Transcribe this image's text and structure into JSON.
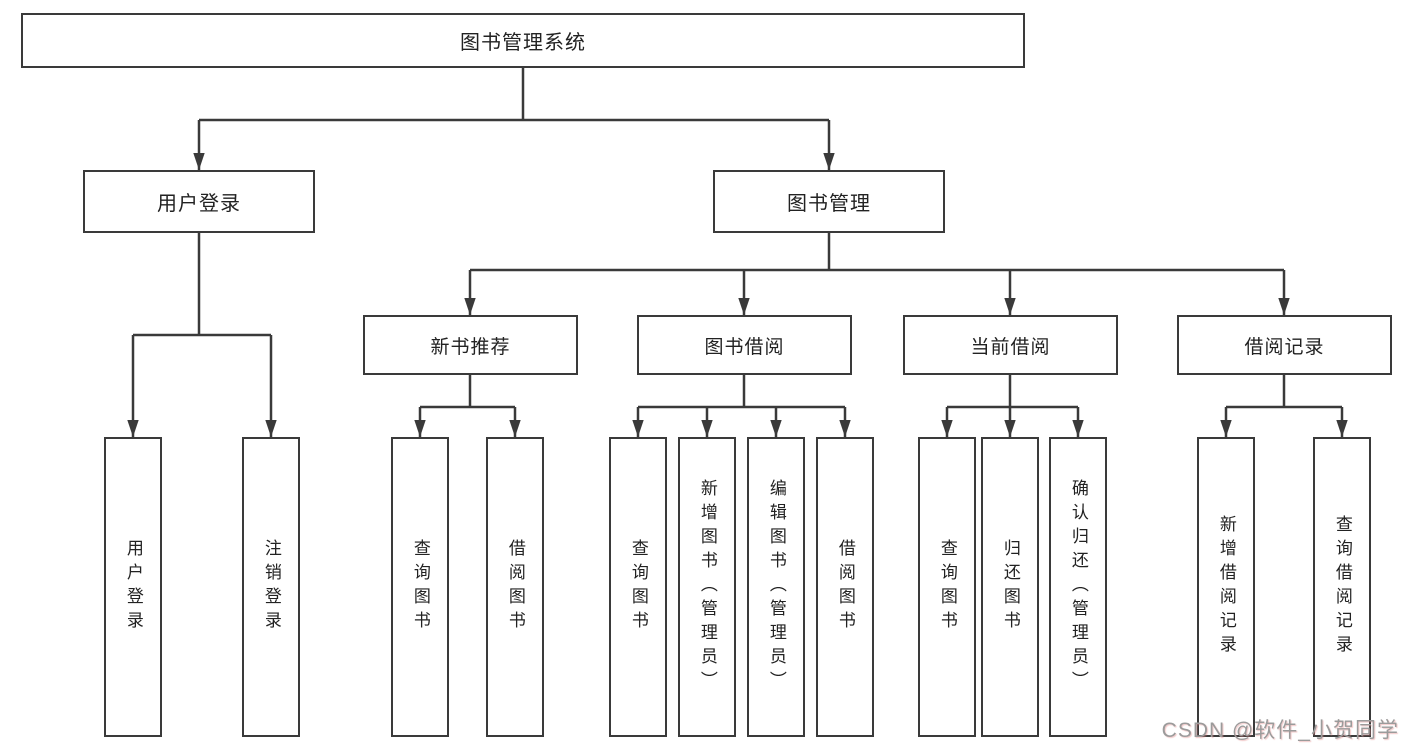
{
  "colors": {
    "line": "#3a3a3a",
    "box_border": "#3a3a3a",
    "text": "#222222",
    "watermark": "#9b9b9b",
    "background": "#ffffff"
  },
  "watermark": "CSDN @软件_小贺同学",
  "tree": {
    "root": "图书管理系统",
    "login": {
      "label": "用户登录",
      "children": [
        "用户登录",
        "注销登录"
      ]
    },
    "mgmt": {
      "label": "图书管理"
    },
    "sections": [
      {
        "label": "新书推荐",
        "children": [
          "查询图书",
          "借阅图书"
        ]
      },
      {
        "label": "图书借阅",
        "children": [
          "查询图书",
          "新增图书（管理员）",
          "编辑图书（管理员）",
          "借阅图书"
        ]
      },
      {
        "label": "当前借阅",
        "children": [
          "查询图书",
          "归还图书",
          "确认归还（管理员）"
        ]
      },
      {
        "label": "借阅记录",
        "children": [
          "新增借阅记录",
          "查询借阅记录"
        ]
      }
    ]
  }
}
